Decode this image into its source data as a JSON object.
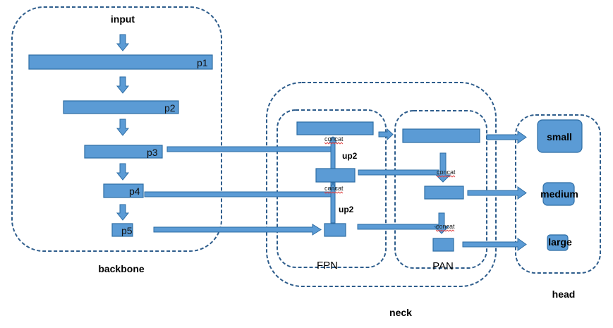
{
  "labels": {
    "input": "input",
    "backbone": "backbone",
    "neck": "neck",
    "head": "head",
    "fpn": "FPN",
    "pan": "PAN"
  },
  "backbone_layers": [
    "p1",
    "p2",
    "p3",
    "p4",
    "p5"
  ],
  "concat": [
    "concat",
    "concat",
    "concat",
    "concat"
  ],
  "up": [
    "up2",
    "up2"
  ],
  "outputs": [
    "small",
    "medium",
    "large"
  ],
  "colors": {
    "block_fill": "#5b9bd5",
    "block_stroke": "#2e6da4",
    "group_stroke": "#2e5d8c",
    "spell_underline": "#e04040"
  }
}
